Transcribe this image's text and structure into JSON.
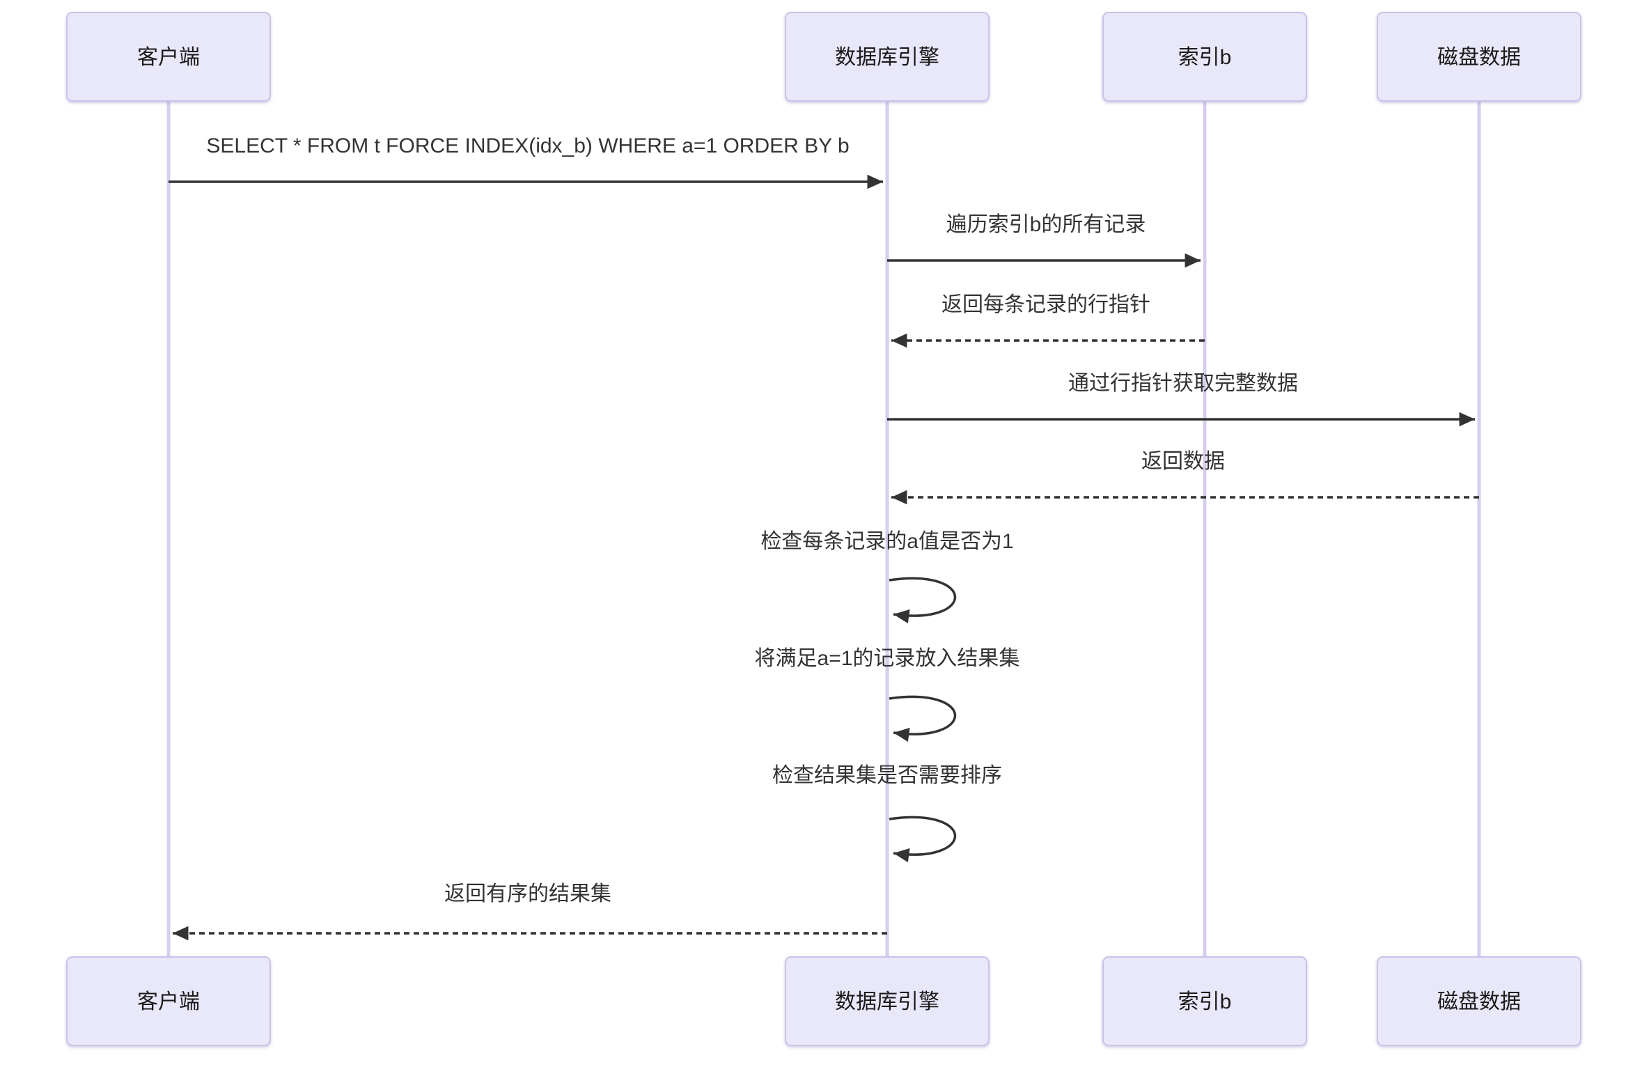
{
  "diagram": {
    "type": "sequence-diagram",
    "background": "#ffffff",
    "colors": {
      "actor_fill": "#e9e8fa",
      "actor_border": "#c9c3e8",
      "lifeline": "#d7cded",
      "message_line": "#333333",
      "message_text": "#333333"
    },
    "actors": [
      {
        "id": "client",
        "label": "客户端"
      },
      {
        "id": "engine",
        "label": "数据库引擎"
      },
      {
        "id": "index_b",
        "label": "索引b"
      },
      {
        "id": "disk",
        "label": "磁盘数据"
      }
    ],
    "messages": [
      {
        "from": "client",
        "to": "engine",
        "style": "solid",
        "label": "SELECT * FROM t FORCE INDEX(idx_b) WHERE a=1 ORDER BY b"
      },
      {
        "from": "engine",
        "to": "index_b",
        "style": "solid",
        "label": "遍历索引b的所有记录"
      },
      {
        "from": "index_b",
        "to": "engine",
        "style": "dashed",
        "label": "返回每条记录的行指针"
      },
      {
        "from": "engine",
        "to": "disk",
        "style": "solid",
        "label": "通过行指针获取完整数据"
      },
      {
        "from": "disk",
        "to": "engine",
        "style": "dashed",
        "label": "返回数据"
      },
      {
        "from": "engine",
        "to": "engine",
        "style": "self",
        "label": "检查每条记录的a值是否为1"
      },
      {
        "from": "engine",
        "to": "engine",
        "style": "self",
        "label": "将满足a=1的记录放入结果集"
      },
      {
        "from": "engine",
        "to": "engine",
        "style": "self",
        "label": "检查结果集是否需要排序"
      },
      {
        "from": "engine",
        "to": "client",
        "style": "dashed",
        "label": "返回有序的结果集"
      }
    ]
  }
}
